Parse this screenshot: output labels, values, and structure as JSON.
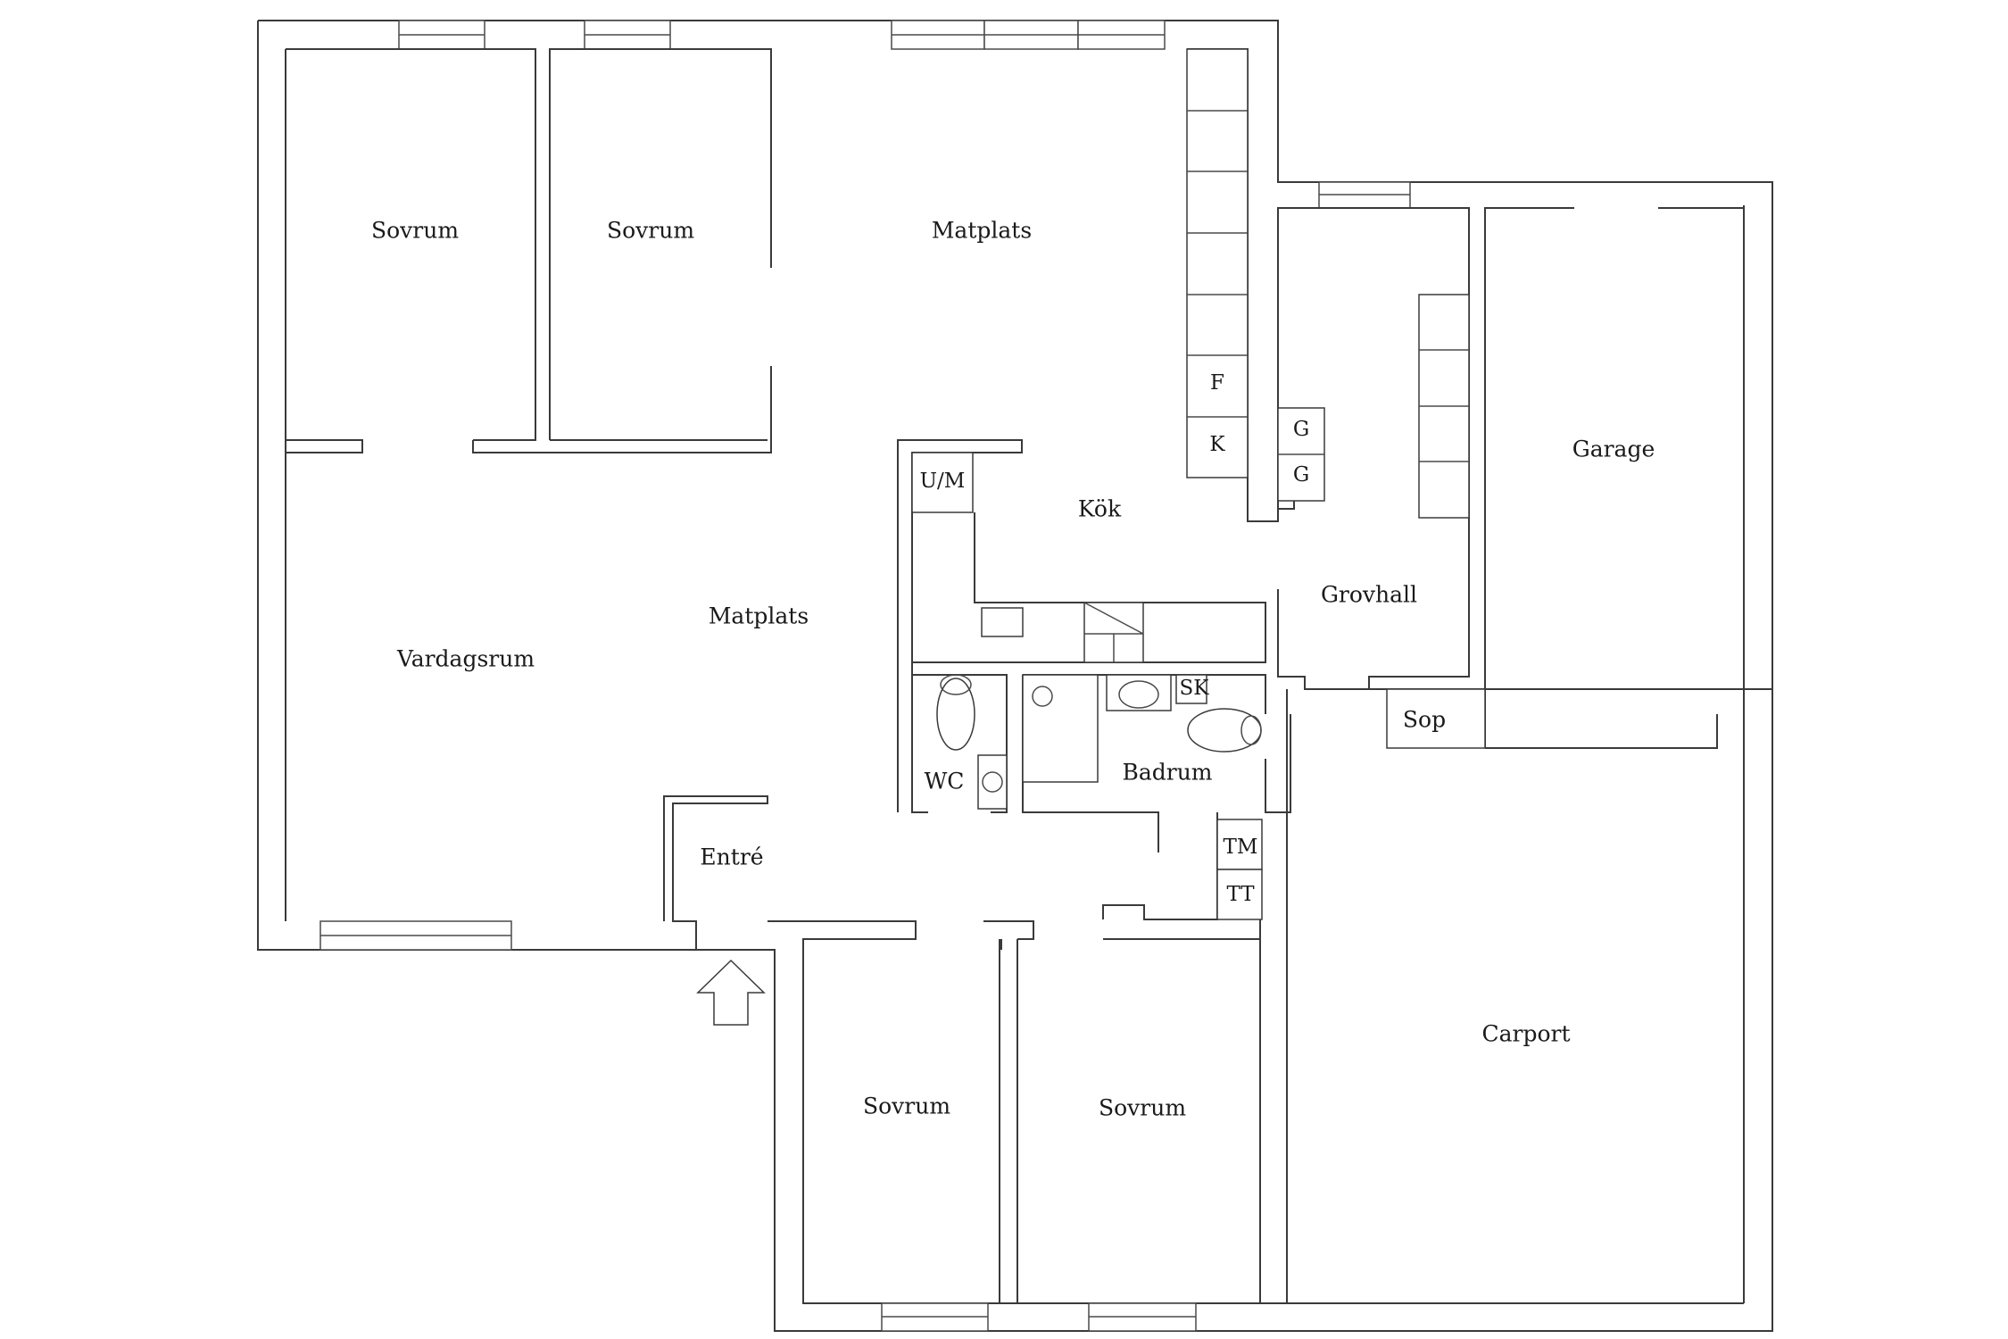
{
  "rooms": {
    "sovrum_top_left": "Sovrum",
    "sovrum_top_mid": "Sovrum",
    "matplats_top": "Matplats",
    "matplats_mid": "Matplats",
    "vardagsrum": "Vardagsrum",
    "kok": "Kök",
    "grovhall": "Grovhall",
    "garage": "Garage",
    "wc": "WC",
    "badrum": "Badrum",
    "entre": "Entré",
    "sovrum_bottom_left": "Sovrum",
    "sovrum_bottom_right": "Sovrum",
    "carport": "Carport",
    "sop": "Sop"
  },
  "appliances": {
    "fridge": "F",
    "freezer": "K",
    "closet_g1": "G",
    "closet_g2": "G",
    "oven_microwave": "U/M",
    "cabinet": "SK",
    "washing_machine": "TM",
    "dryer": "TT"
  },
  "icons": {
    "entrance_arrow": "arrow-up-icon",
    "toilet": "toilet-icon",
    "sink": "sink-icon",
    "shower": "shower-icon"
  }
}
